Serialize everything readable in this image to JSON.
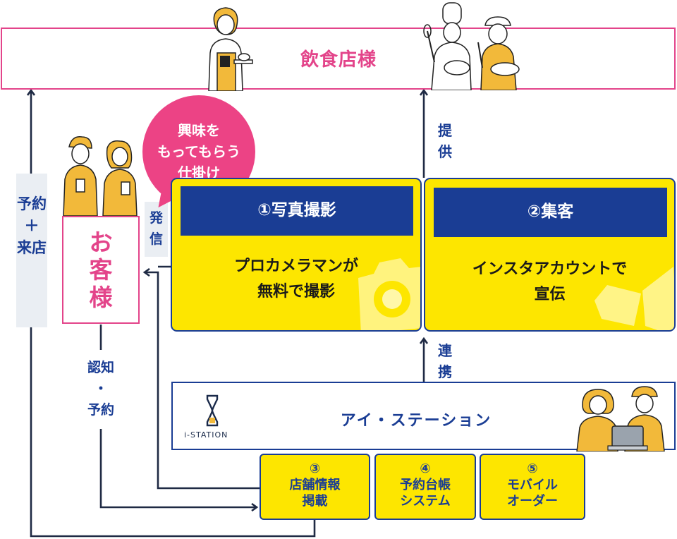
{
  "restaurant": {
    "label": "飲食店様"
  },
  "left_flow": {
    "label_lines": [
      "予約",
      "＋",
      "来店"
    ]
  },
  "customer": {
    "label_lines": [
      "お",
      "客",
      "様"
    ]
  },
  "send": {
    "label_lines": [
      "発",
      "信"
    ]
  },
  "recognize": {
    "label_lines": [
      "認知",
      "・",
      "予約"
    ]
  },
  "bubble": {
    "lines": [
      "興味を",
      "もってもらう",
      "仕掛け"
    ]
  },
  "provide": {
    "label_lines": [
      "提",
      "供"
    ]
  },
  "link": {
    "label_lines": [
      "連",
      "携"
    ]
  },
  "card_photo": {
    "title": "①写真撮影",
    "body_lines": [
      "プロカメラマンが",
      "無料で撮影"
    ]
  },
  "card_ad": {
    "title": "②集客",
    "body_lines": [
      "インスタアカウントで",
      "宣伝"
    ]
  },
  "station": {
    "label": "アイ・ステーション",
    "logo_text": "i-STATION"
  },
  "services": [
    {
      "number": "③",
      "lines": [
        "店舗情報",
        "掲載"
      ]
    },
    {
      "number": "④",
      "lines": [
        "予約台帳",
        "システム"
      ]
    },
    {
      "number": "⑤",
      "lines": [
        "モバイル",
        "オーダー"
      ]
    }
  ],
  "colors": {
    "navy": "#1a3d94",
    "yellow": "#fde600",
    "pink": "#e3448a",
    "bubble_pink": "#ec4385",
    "dark_line": "#1f2a44",
    "label_bg": "#eaeef3"
  }
}
